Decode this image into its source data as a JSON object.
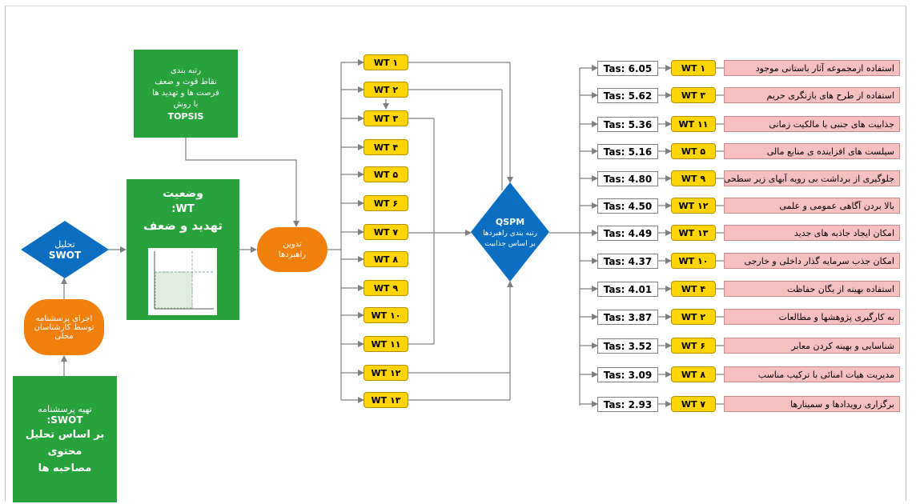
{
  "nodes": {
    "questionnaire": [
      "تهیه پرسشنامه",
      "SWOT:",
      "بر اساس تحلیل",
      "محتوی",
      "مصاحبه ها"
    ],
    "expert": [
      "اجرای پرسشنامه",
      "توسط کارشناسان",
      "محلی"
    ],
    "swot": [
      "تحلیل",
      "SWOT"
    ],
    "ranking": [
      "رتبه بندی",
      "نقاط قوت و ضعف",
      "فرصت ها  و تهدید ها",
      "با روش",
      "TOPSIS"
    ],
    "status": [
      "وضعیت",
      "WT:",
      "تهدید و ضعف"
    ],
    "formulation": [
      "تدوین",
      "راهبردها"
    ],
    "qspm": [
      "QSPM",
      "رتبه بندی راهبردها",
      "بر اساس جذابیت"
    ]
  },
  "wt_labels": [
    "WT ۱",
    "WT ۲",
    "WT ۳",
    "WT ۴",
    "WT ۵",
    "WT ۶",
    "WT ۷",
    "WT ۸",
    "WT ۹",
    "WT ۱۰",
    "WT ۱۱",
    "WT ۱۲",
    "WT ۱۳"
  ],
  "ranked": [
    {
      "tas": "Tas: 6.05",
      "wt": "WT ۱",
      "strategy": "استفاده ازمجموعه آثار باستانی موجود"
    },
    {
      "tas": "Tas: 5.62",
      "wt": "WT ۳",
      "strategy": "استفاده از طرح های بازنگری حریم"
    },
    {
      "tas": "Tas: 5.36",
      "wt": "WT ۱۱",
      "strategy": "جذابیت های جنبی با مالکیت زمانی"
    },
    {
      "tas": "Tas: 5.16",
      "wt": "WT ۵",
      "strategy": "سیلست های افزاینده ی  منابع مالی"
    },
    {
      "tas": "Tas: 4.80",
      "wt": "WT ۹",
      "strategy": "جلوگیری از برداشت بی رویه آبهای زیر سطحی"
    },
    {
      "tas": "Tas: 4.50",
      "wt": "WT ۱۲",
      "strategy": "بالا بردن آگاهی عمومی و علمی"
    },
    {
      "tas": "Tas: 4.49",
      "wt": "WT ۱۳",
      "strategy": "امکان ایجاد جاذبه های جدید"
    },
    {
      "tas": "Tas: 4.37",
      "wt": "WT ۱۰",
      "strategy": "امکان جذب سرمایه گذار داخلی و خارجی"
    },
    {
      "tas": "Tas: 4.01",
      "wt": "WT ۴",
      "strategy": "استفاده بهینه از یگان حفاظت"
    },
    {
      "tas": "Tas: 3.87",
      "wt": "WT ۲",
      "strategy": "به کارگیری پژوهشها و مطالعات"
    },
    {
      "tas": "Tas: 3.52",
      "wt": "WT ۶",
      "strategy": "شناسایی و بهینه کردن  معابر"
    },
    {
      "tas": "Tas: 3.09",
      "wt": "WT ۸",
      "strategy": "مدیریت هیات امنائی با ترکیب مناسب"
    },
    {
      "tas": "Tas: 2.93",
      "wt": "WT ۷",
      "strategy": "برگزاری رویدادها و سمینارها"
    }
  ],
  "colors": {
    "green": "#28a23c",
    "orange": "#f07f0b",
    "blue": "#0a6fc2",
    "yellow": "#ffd400",
    "pink": "#f7c0c0",
    "line": "#7f7f7f"
  }
}
